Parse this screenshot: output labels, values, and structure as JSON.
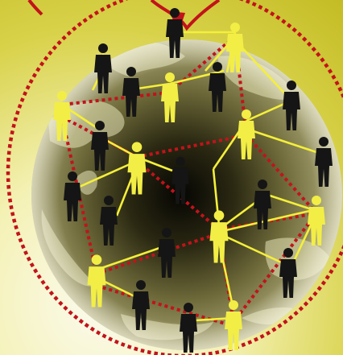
{
  "image": {
    "subject": "people-network-globe",
    "colors": {
      "background_light": "#f7f5c8",
      "background_yellow": "#c9c22c",
      "globe_dark": "#0e0d05",
      "globe_mid": "#6a6635",
      "globe_light": "#cfcc95",
      "person_dark": "#151515",
      "person_highlight": "#f2ee46",
      "connection_line": "#f4ef3a",
      "dotted_ring": "#c2131b",
      "arrow": "#c2131b"
    },
    "figures": {
      "highlighted": [
        {
          "id": "p-top-hub"
        },
        {
          "id": "p-upper-center"
        },
        {
          "id": "p-left"
        },
        {
          "id": "p-right-upper"
        },
        {
          "id": "p-center"
        },
        {
          "id": "p-lower-center"
        },
        {
          "id": "p-right"
        },
        {
          "id": "p-lower-left"
        },
        {
          "id": "p-bottom"
        }
      ],
      "dark_count": 15
    },
    "icons": [
      "arrow-icon"
    ]
  }
}
